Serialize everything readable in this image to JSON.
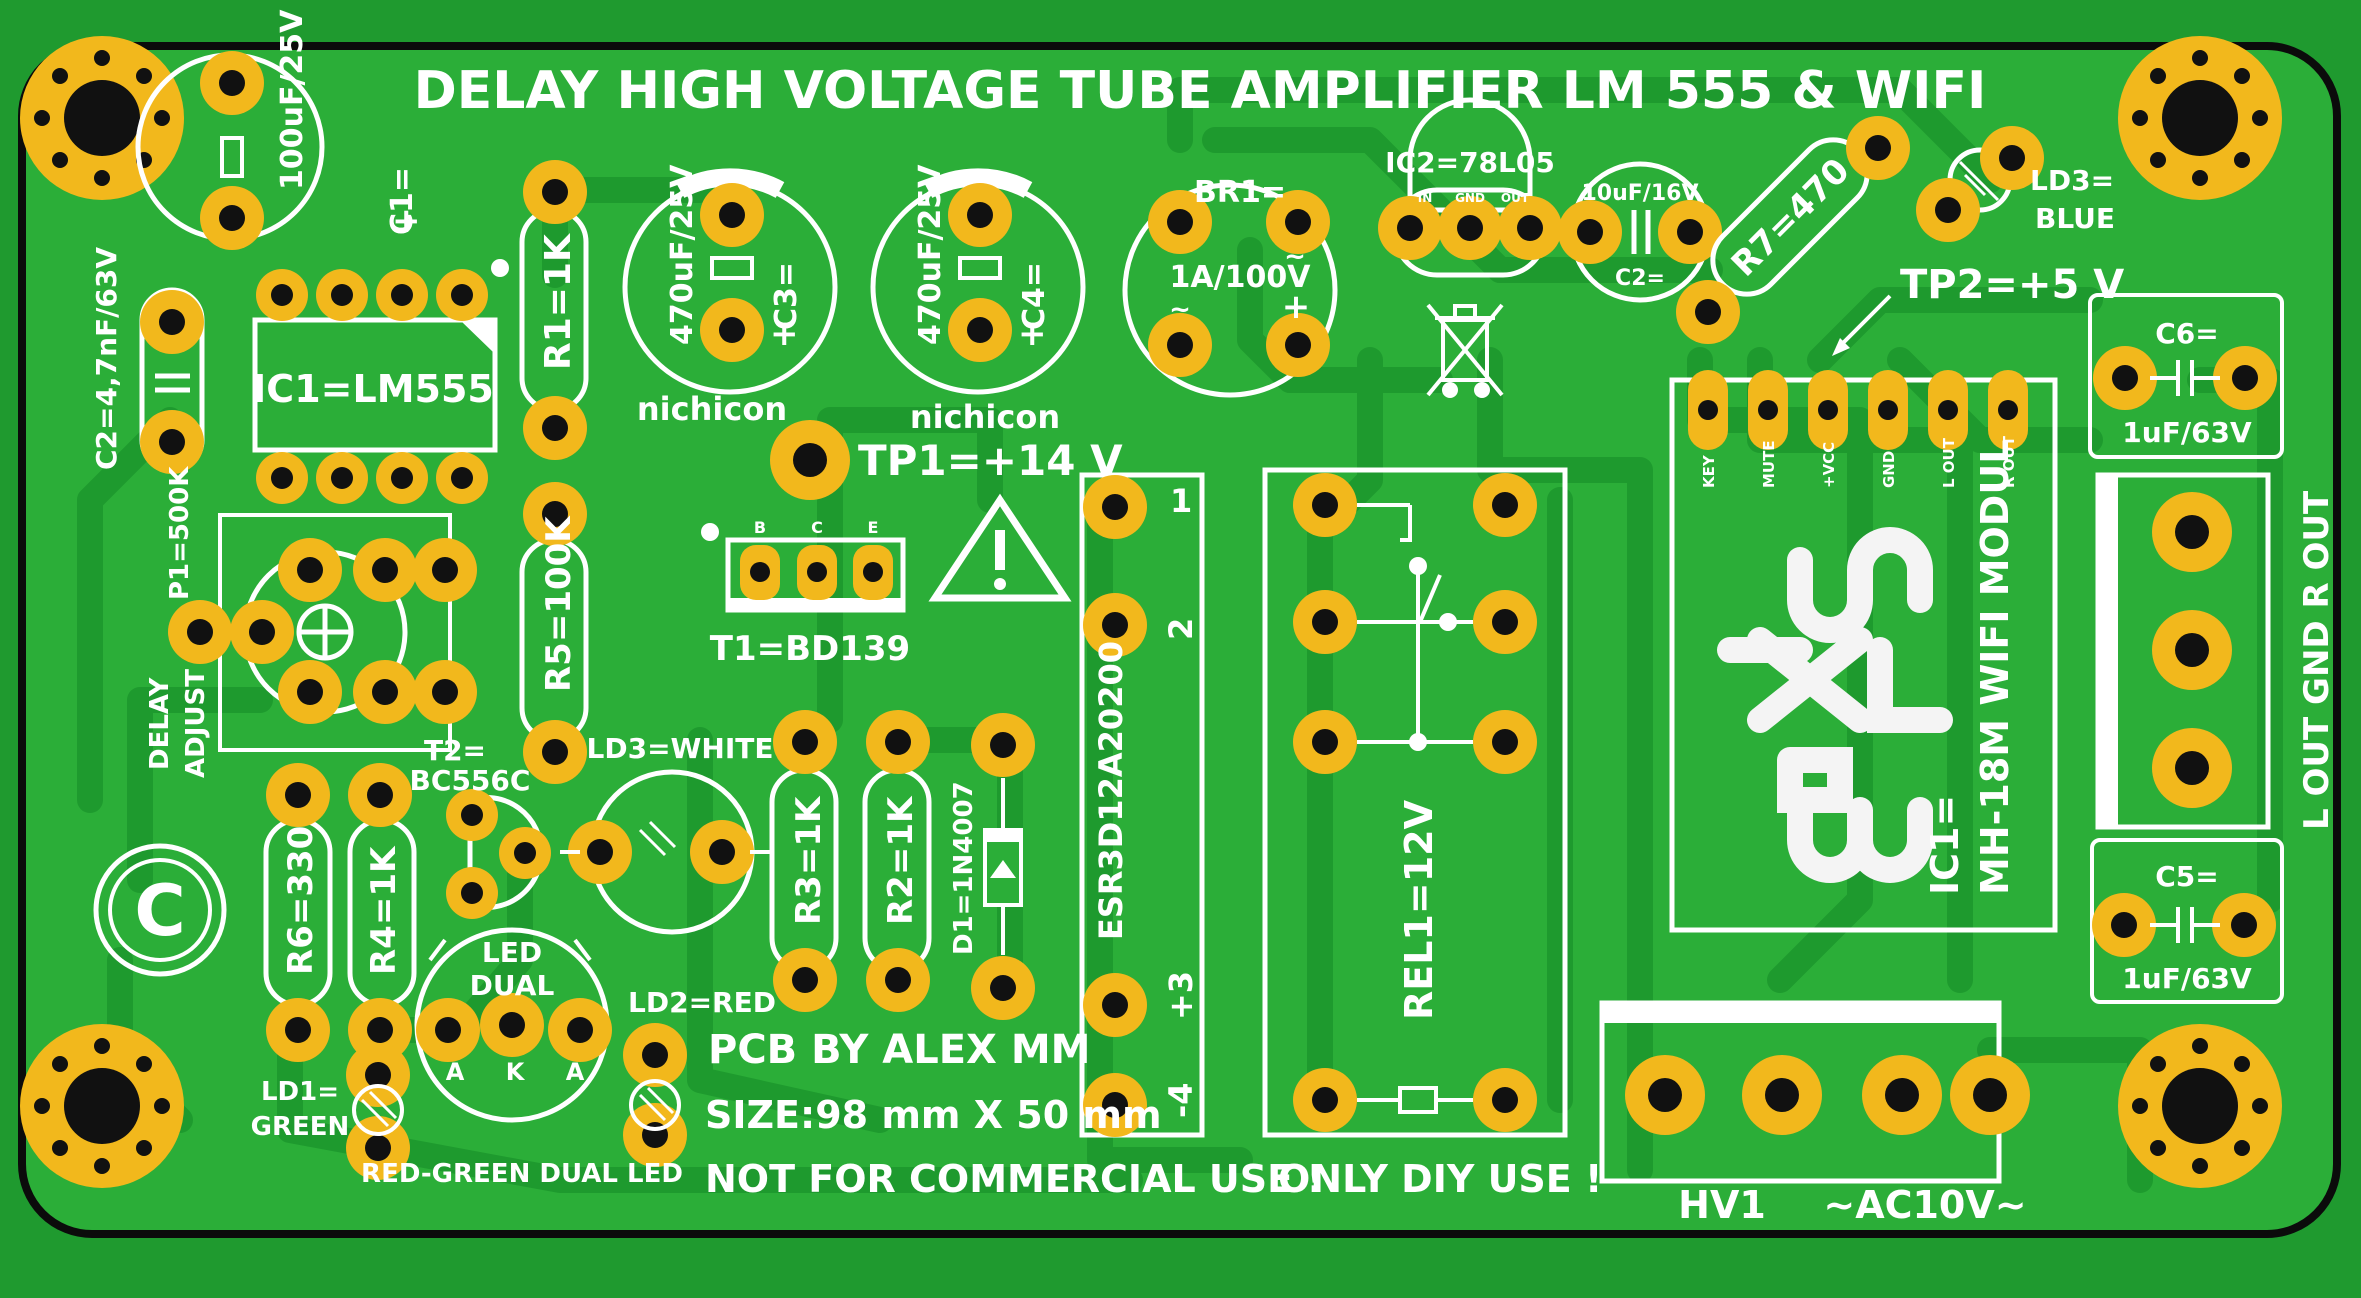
{
  "title": "DELAY  HIGH VOLTAGE  TUBE  AMPLIFIER  LM 555 & WIFI",
  "colors": {
    "board": "#1f9a2f",
    "copper_fill": "#2bae38",
    "trace": "#23a233",
    "pad": "#f2b81c",
    "hole": "#111111",
    "silkscreen": "#ffffff",
    "outline": "#0b0b0b"
  },
  "silk_labels": {
    "c1_value": "100uF/25V",
    "c1_name": "C1=",
    "c2": "C2=4,7nF/63V",
    "ic1": "IC1=LM555",
    "r1": "R1=1K",
    "p1": "P1=500K",
    "delay_adjust_1": "DELAY",
    "delay_adjust_2": "ADJUST",
    "r5": "R5=100K",
    "c3_value": "470uF/25V",
    "c3_name": "C3=",
    "c4_value": "470uF/25V",
    "c4_name": "C4=",
    "nichicon": "nichicon",
    "br1_name": "BR1=",
    "br1_value": "1A/100V",
    "ic2": "IC2=78L05",
    "ic2_pin_in": "IN",
    "ic2_pin_gnd": "GND",
    "ic2_pin_out": "OUT",
    "c2b_value": "10uF/16V",
    "c2b_name": "C2=",
    "r7": "R7=470",
    "ld3_blue_1": "LD3=",
    "ld3_blue_2": "BLUE",
    "tp2": "TP2=+5 V",
    "tp1": "TP1=+14 V",
    "t1": "T1=BD139",
    "t1_pin_b": "B",
    "t1_pin_c": "C",
    "t1_pin_e": "E",
    "c6_name": "C6=",
    "c6_value": "1uF/63V",
    "c5_name": "C5=",
    "c5_value": "1uF/63V",
    "out_labels": "L OUT  GND  R OUT",
    "wifi_pins": [
      "KEY",
      "MUTE",
      "+VCC",
      "GND",
      "L OUT",
      "R OUT"
    ],
    "wifi_module_1": "IC1=",
    "wifi_module_2": "MH-18M WIFI MODUL",
    "relay_pn": "ESR3D12A20200",
    "relay_pin_1": "1",
    "relay_pin_2": "2",
    "relay_pin_3": "+3",
    "relay_pin_4": "-4",
    "rel1": "REL1=12V",
    "t2_name": "T2=",
    "t2_value": "BC556C",
    "ld3_white": "LD3=WHITE",
    "r3": "R3=1K",
    "r2": "R2=1K",
    "d1": "D1=1N4007",
    "r6": "R6=330",
    "r4": "R4=1K",
    "led_dual_1": "LED",
    "led_dual_2": "DUAL",
    "led_a": "A",
    "led_k": "K",
    "ld2": "LD2=RED",
    "ld1_1": "LD1=",
    "ld1_2": "GREEN",
    "red_green": "RED-GREEN DUAL LED",
    "copyright": "C",
    "credit": "PCB BY ALEX MM",
    "size": "SIZE:98 mm X 50 mm",
    "not_commercial": "NOT FOR COMMERCIAL USE !",
    "diy": "ONLY DIY USE !",
    "hv1": "HV1",
    "ac": "~AC10V~",
    "plus": "+",
    "tilde": "~"
  }
}
